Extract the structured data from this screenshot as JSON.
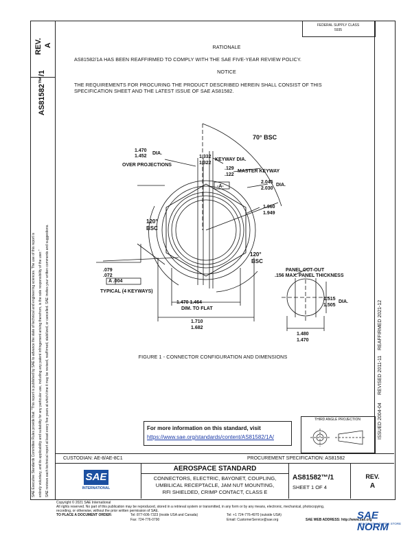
{
  "side": {
    "rev_label": "REV.",
    "rev_value": "A",
    "doc_number": "AS81582™/1",
    "legal_text_1": "SAE Executive Standards Committee Rules provide that: \"This report is published by SAE to advance the state of technical and engineering sciences. The use of this report is",
    "legal_text_2": "entirely voluntary, and its applicability and suitability for any particular use, including any patent infringement arising therefrom, is the sole responsibility of the user.\"",
    "legal_text_3": "SAE reviews each technical report at least every five years at which time it may be revised, reaffirmed, stabilized, or cancelled. SAE invites your written comments and suggestions."
  },
  "header": {
    "issue_line_1": "ISSUED  2004-04",
    "issue_line_2": "REVISED  2011-11",
    "issue_line_3": "REAFFIRMED  2021-12",
    "corner_line_1": "FEDERAL SUPPLY CLASS",
    "corner_line_2": "5935"
  },
  "rationale": {
    "title": "RATIONALE",
    "text": "AS81582/1A HAS BEEN REAFFIRMED TO COMPLY WITH THE SAE FIVE-YEAR REVIEW POLICY."
  },
  "notice": {
    "title": "NOTICE",
    "text_1": "THE REQUIREMENTS FOR PROCURING THE PRODUCT DESCRIBED HEREIN SHALL CONSIST OF THIS",
    "text_2": "SPECIFICATION SHEET AND THE LATEST ISSUE OF SAE AS81582."
  },
  "drawing": {
    "angle_top": "70° BSC",
    "angle_left_1": "120°",
    "angle_left_2": "BSC",
    "angle_right_1": "120°",
    "angle_right_2": "BSC",
    "dia1_a": "1.470",
    "dia1_b": "1.452",
    "dia1_unit": "DIA.",
    "over_projections": "OVER PROJECTIONS",
    "keyway_a": "1.332",
    "keyway_b": "1.322",
    "keyway_label": "KEYWAY DIA.",
    "master_a": ".129",
    "master_b": ".122",
    "master_label": "MASTER KEYWAY",
    "dia2_a": "2.045",
    "dia2_b": "2.030",
    "dia2_unit": "DIA.",
    "dia3_a": "1.960",
    "dia3_b": "1.949",
    "key_a": ".079",
    "key_b": ".072",
    "fcf": "A  .004",
    "typical": "TYPICAL (4 KEYWAYS)",
    "flat_dims": "1.470   1.464",
    "flat_label": "DIM. TO FLAT",
    "flat2_a": "1.710",
    "flat2_b": "1.682",
    "datum": "-A-",
    "panel_title": "PANEL CUT-OUT",
    "panel_sub": ".156 MAX. PANEL THICKNESS",
    "panel_dia_a": "1.515",
    "panel_dia_b": "1.505",
    "panel_dia_unit": "DIA.",
    "panel_flat_a": "1.480",
    "panel_flat_b": "1.470"
  },
  "figure_caption": "FIGURE 1 - CONNECTOR CONFIGURATION AND DIMENSIONS",
  "info_box": {
    "title": "For more information on this standard, visit",
    "url": "https://www.sae.org/standards/content/AS81582/1A/"
  },
  "projection_label": "THIRD ANGLE PROJECTION",
  "title_block": {
    "custodian": "CUSTODIAN: AE-8/AE-8C1",
    "procurement": "PROCUREMENT SPECIFICATION: AS81582",
    "sae_logo_text": "SAE",
    "sae_sub": "INTERNATIONAL",
    "std_title": "AEROSPACE STANDARD",
    "desc_1": "CONNECTORS, ELECTRIC, BAYONET, COUPLING,",
    "desc_2": "UMBILICAL RECEPTACLE, JAM NUT MOUNTING,",
    "desc_3": "RFI SHIELDED, CRIMP CONTACT, CLASS E",
    "doc_num": "AS81582™/1",
    "sheet": "SHEET 1 OF 4",
    "rev_label": "REV.",
    "rev_value": "A"
  },
  "footer": {
    "copyright": "Copyright © 2021 SAE International",
    "rights": "All rights reserved. No part of this publication may be reproduced, stored in a retrieval system or transmitted, in any form or by any means, electronic, mechanical, photocopying,",
    "rights_2": "recording, or otherwise, without the prior written permission of SAE.",
    "order_label": "TO PLACE A DOCUMENT ORDER:",
    "tel1": "Tel: 877-606-7323 (inside USA and Canada)",
    "tel2": "Tel: +1 724-776-4970 (outside USA)",
    "fax": "Fax: 724-776-0790",
    "email": "Email: CustomerService@sae.org",
    "web": "SAE WEB ADDRESS: http://www.sae.org"
  },
  "watermark": {
    "text": "SAE NORM",
    "sub": "ONLINE STANDARDS STORE"
  }
}
